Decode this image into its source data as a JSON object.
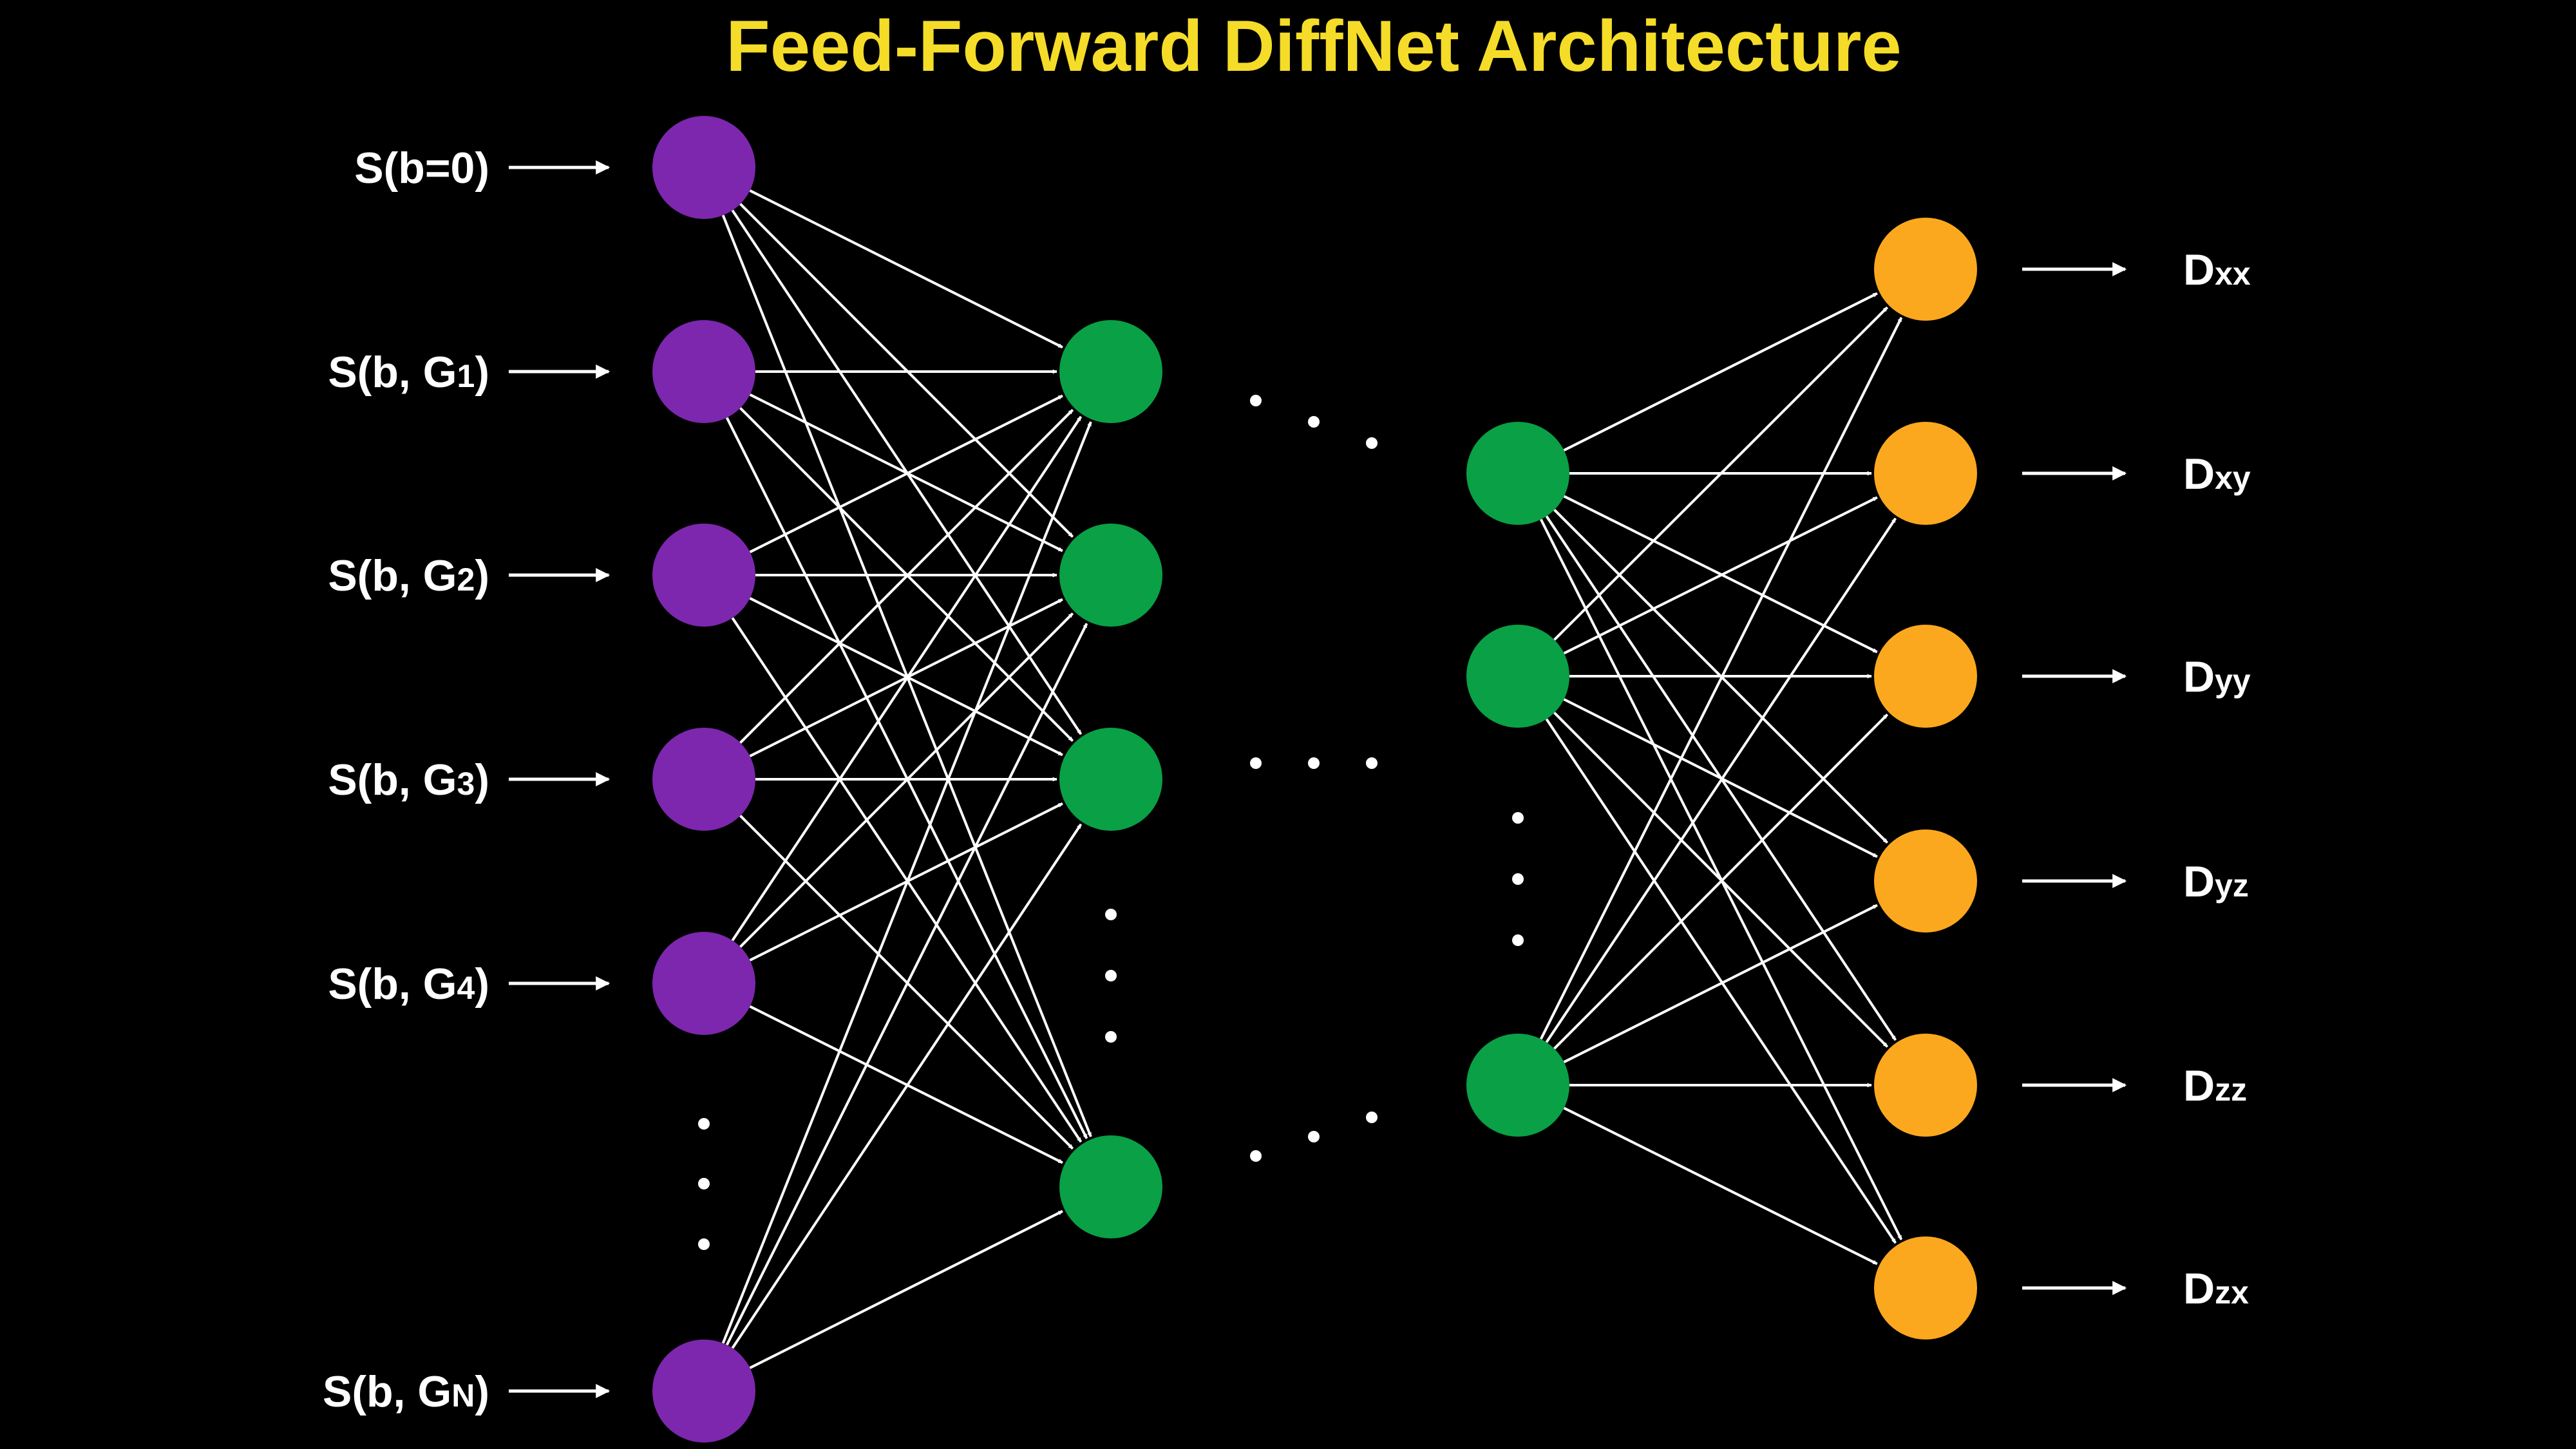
{
  "title": "Feed-Forward DiffNet Architecture",
  "colors": {
    "background": "#000000",
    "title": "#f5dc28",
    "input_node": "#7c27ad",
    "hidden_node": "#0aa046",
    "output_node": "#fca81e",
    "edge": "#ffffff",
    "text": "#ffffff"
  },
  "inputs": [
    {
      "main": "S(b=0)",
      "sub": "",
      "tail": ""
    },
    {
      "main": "S(b, G",
      "sub": "1",
      "tail": ")"
    },
    {
      "main": "S(b, G",
      "sub": "2",
      "tail": ")"
    },
    {
      "main": "S(b, G",
      "sub": "3",
      "tail": ")"
    },
    {
      "main": "S(b, G",
      "sub": "4",
      "tail": ")"
    },
    {
      "main": "S(b, G",
      "sub": "N",
      "tail": ")"
    }
  ],
  "outputs": [
    {
      "main": "D",
      "sub": "xx"
    },
    {
      "main": "D",
      "sub": "xy"
    },
    {
      "main": "D",
      "sub": "yy"
    },
    {
      "main": "D",
      "sub": "yz"
    },
    {
      "main": "D",
      "sub": "zz"
    },
    {
      "main": "D",
      "sub": "zx"
    }
  ]
}
